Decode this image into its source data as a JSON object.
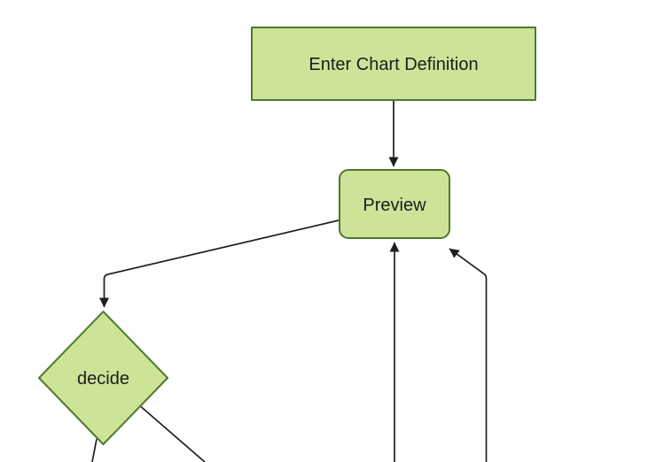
{
  "diagram": {
    "type": "flowchart-top-down",
    "colors": {
      "background": "#ffffff",
      "node_fill": "#cde498",
      "node_border": "#4e7a2e",
      "edge": "#1e1e1e",
      "label_text": "#1c1c1c"
    },
    "nodes": [
      {
        "id": "enter-chart-definition",
        "label": "Enter Chart Definition",
        "shape": "rectangle"
      },
      {
        "id": "preview",
        "label": "Preview",
        "shape": "rounded-rectangle"
      },
      {
        "id": "decide",
        "label": "decide",
        "shape": "diamond"
      }
    ],
    "edges": [
      {
        "from": "enter-chart-definition",
        "to": "preview",
        "arrow": true
      },
      {
        "from": "preview",
        "to": "decide",
        "arrow": true
      },
      {
        "from": "offscreen-bottom-center",
        "to": "preview",
        "arrow": true
      },
      {
        "from": "offscreen-bottom-right",
        "to": "preview",
        "arrow": true
      },
      {
        "from": "decide",
        "to": "offscreen-bottom-left",
        "arrow": false
      },
      {
        "from": "decide",
        "to": "offscreen-bottom-right",
        "arrow": false
      }
    ]
  }
}
